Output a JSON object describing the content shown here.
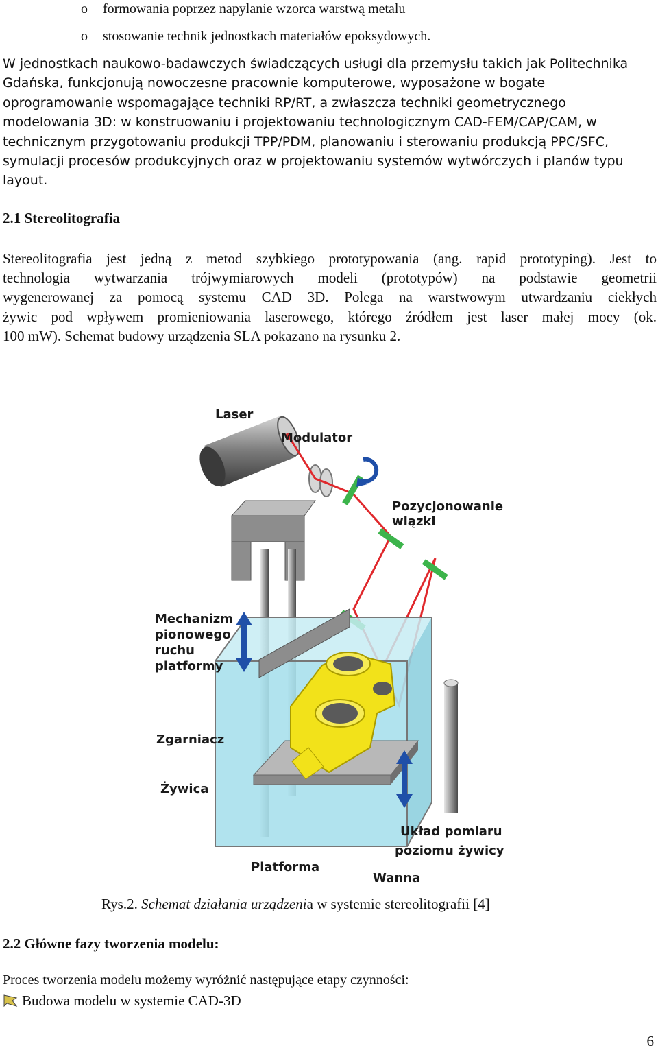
{
  "bullets_top": [
    {
      "marker": "o",
      "text": "formowania poprzez napylanie wzorca warstwą metalu"
    },
    {
      "marker": "o",
      "text": "stosowanie technik jednostkach materiałów epoksydowych."
    }
  ],
  "paragraph1": [
    "W jednostkach naukowo-badawczych świadczących usługi dla przemysłu takich jak Politechnika",
    "Gdańska, funkcjonują nowoczesne pracownie komputerowe, wyposażone w bogate",
    "oprogramowanie wspomagające techniki RP/RT, a zwłaszcza techniki geometrycznego",
    "modelowania 3D: w konstruowaniu i projektowaniu technologicznym CAD-FEM/CAP/CAM, w",
    "technicznym przygotowaniu produkcji TPP/PDM, planowaniu i sterowaniu produkcją PPC/SFC,",
    "symulacji procesów produkcyjnych oraz w projektowaniu systemów wytwórczych i planów typu",
    "layout."
  ],
  "section_2_1": "2.1 Stereolitografia",
  "paragraph2": [
    "Stereolitografia jest jedną z metod szybkiego prototypowania (ang. rapid prototyping). Jest to",
    "technologia wytwarzania trójwymiarowych modeli (prototypów) na podstawie geometrii",
    "wygenerowanej za pomocą systemu CAD 3D. Polega na warstwowym utwardzaniu ciekłych",
    "żywic pod wpływem promieniowania laserowego, którego źródłem jest laser małej mocy (ok.",
    "100 mW). Schemat budowy urządzenia SLA pokazano na rysunku 2."
  ],
  "figure": {
    "labels": {
      "laser": "Laser",
      "modulator": "Modulator",
      "beam_positioning_1": "Pozycjonowanie",
      "beam_positioning_2": "wiązki",
      "mechanism_1": "Mechanizm",
      "mechanism_2": "pionowego",
      "mechanism_3": "ruchu",
      "mechanism_4": "platformy",
      "scraper": "Zgarniacz",
      "resin": "Żywica",
      "level_1": "Układ pomiaru",
      "level_2": "poziomu żywicy",
      "platform": "Platforma",
      "vat": "Wanna"
    },
    "colors": {
      "laser_beam": "#e0282c",
      "mirror": "#3cb44b",
      "resin": "#a8e0ec",
      "model": "#f2e21a",
      "arrow": "#1f4fa8",
      "metal": "#9a9a9a"
    }
  },
  "caption": {
    "prefix": "Rys.2. ",
    "italic": "Schemat działania urządzeni",
    "suffix": "a w systemie stereolitografii [4]"
  },
  "section_2_2": "2.2 Główne fazy tworzenia modelu:",
  "paragraph3": "Proces tworzenia modelu możemy wyróżnić następujące etapy czynności:",
  "list_item_1": "Budowa modelu w systemie CAD-3D",
  "page_number": "6"
}
